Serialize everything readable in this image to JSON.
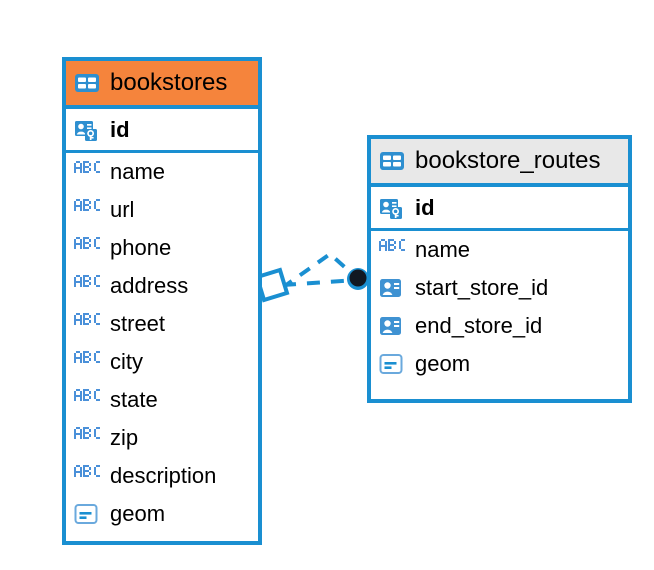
{
  "diagram": {
    "type": "er-diagram",
    "background": "#ffffff",
    "accent_color": "#1a8fd1",
    "highlight_color": "#f5843c",
    "neutral_header_color": "#e8e8e8"
  },
  "entities": [
    {
      "name": "bookstores",
      "header_style": "accent",
      "header_icon": "table-icon",
      "fields": [
        {
          "name": "id",
          "icon": "primary-key-icon",
          "emphasis": "bold"
        },
        {
          "name": "name",
          "icon": "text-abc-icon",
          "emphasis": "normal"
        },
        {
          "name": "url",
          "icon": "text-abc-icon",
          "emphasis": "normal"
        },
        {
          "name": "phone",
          "icon": "text-abc-icon",
          "emphasis": "normal"
        },
        {
          "name": "address",
          "icon": "text-abc-icon",
          "emphasis": "normal"
        },
        {
          "name": "street",
          "icon": "text-abc-icon",
          "emphasis": "normal"
        },
        {
          "name": "city",
          "icon": "text-abc-icon",
          "emphasis": "normal"
        },
        {
          "name": "state",
          "icon": "text-abc-icon",
          "emphasis": "normal"
        },
        {
          "name": "zip",
          "icon": "text-abc-icon",
          "emphasis": "normal"
        },
        {
          "name": "description",
          "icon": "text-abc-icon",
          "emphasis": "normal"
        },
        {
          "name": "geom",
          "icon": "geometry-icon",
          "emphasis": "normal"
        }
      ]
    },
    {
      "name": "bookstore_routes",
      "header_style": "plain",
      "header_icon": "table-icon",
      "fields": [
        {
          "name": "id",
          "icon": "primary-key-icon",
          "emphasis": "bold"
        },
        {
          "name": "name",
          "icon": "text-abc-icon",
          "emphasis": "normal"
        },
        {
          "name": "start_store_id",
          "icon": "foreign-key-icon",
          "emphasis": "normal"
        },
        {
          "name": "end_store_id",
          "icon": "foreign-key-icon",
          "emphasis": "normal"
        },
        {
          "name": "geom",
          "icon": "geometry-icon",
          "emphasis": "normal"
        }
      ]
    }
  ],
  "relationship": {
    "left_endpoint": "diamond-outline-marker",
    "right_endpoint": "filled-circle-marker",
    "line_style": "dashed",
    "color": "#1a8fd1"
  }
}
